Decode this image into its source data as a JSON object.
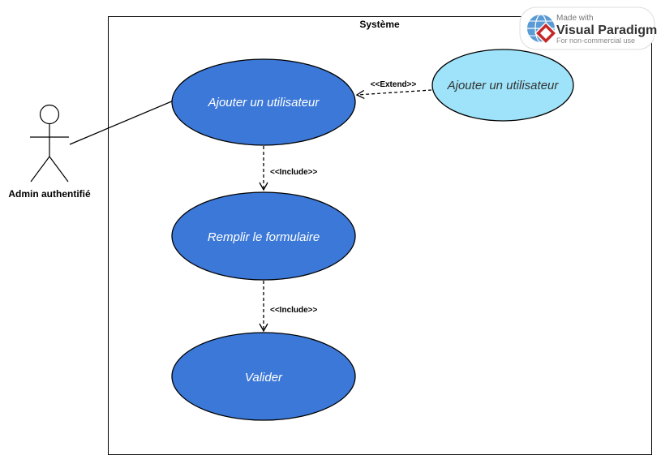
{
  "system": {
    "label": "Système"
  },
  "actor": {
    "label": "Admin authentifié"
  },
  "use_cases": [
    {
      "label": "Ajouter un utilisateur"
    },
    {
      "label": "Ajouter un utilisateur"
    },
    {
      "label": "Remplir le formulaire"
    },
    {
      "label": "Valider"
    }
  ],
  "relations": [
    {
      "label": "<<Extend>>"
    },
    {
      "label": "<<Include>>"
    },
    {
      "label": "<<Include>>"
    }
  ],
  "watermark": {
    "line1": "Made with",
    "line2": "Visual Paradigm",
    "line3": "For non-commercial use"
  },
  "colors": {
    "use_case_primary": "#3C78D8",
    "use_case_extension": "#9EE3F9",
    "stroke": "#000000"
  }
}
